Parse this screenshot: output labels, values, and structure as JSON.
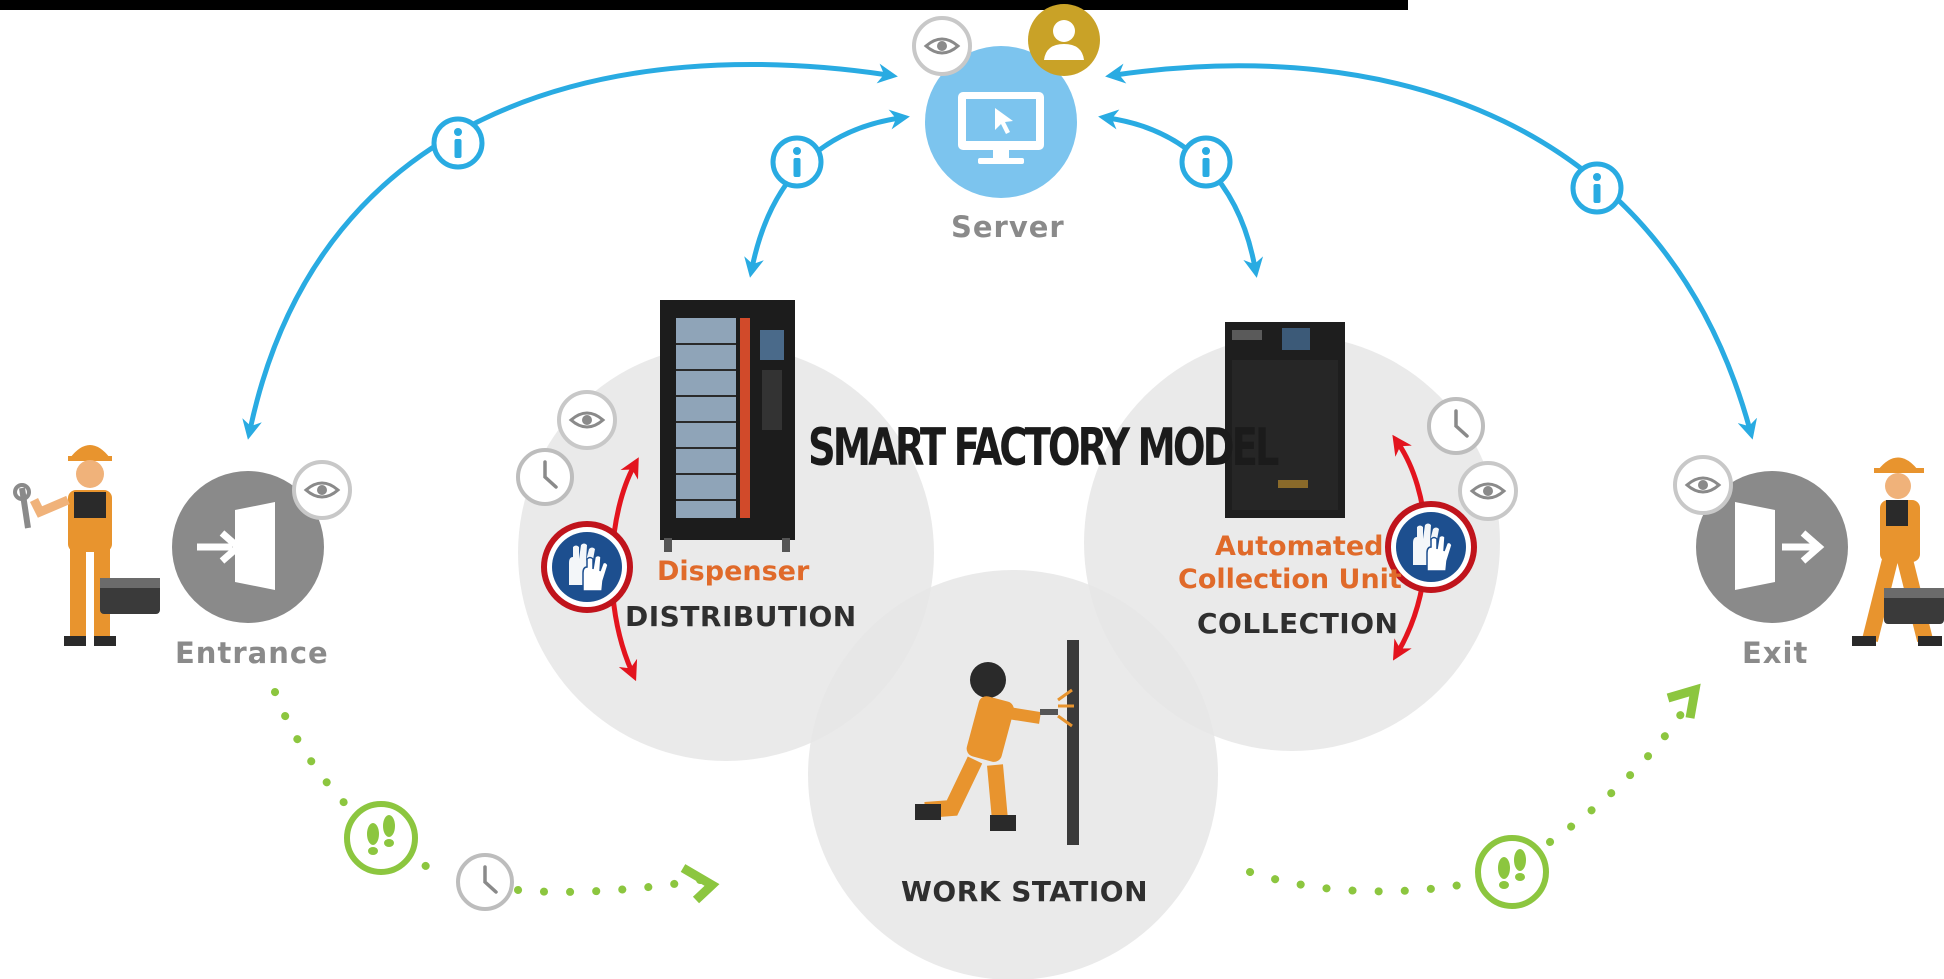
{
  "title": "SMART FACTORY MODEL",
  "nodes": {
    "server": {
      "label": "Server"
    },
    "entrance": {
      "label": "Entrance"
    },
    "exit": {
      "label": "Exit"
    },
    "dispenser": {
      "name": "Dispenser",
      "stage": "DISTRIBUTION"
    },
    "collection_unit": {
      "name_line1": "Automated",
      "name_line2": "Collection Unit",
      "stage": "COLLECTION"
    },
    "work_station": {
      "label": "WORK STATION"
    }
  },
  "colors": {
    "flow_arrow": "#29abe2",
    "walk_path": "#8cc63f",
    "exchange_arrow": "#e3141e",
    "orange_text": "#e06a2a",
    "grey_icon": "#8a8a8a",
    "circle_fill": "#e8e8e8",
    "server_blue": "#7cc4ee",
    "supervisor_gold": "#c9a227",
    "worker_orange": "#e8942e"
  },
  "icons": [
    "info-icon",
    "eye-icon",
    "clock-icon",
    "footsteps-icon",
    "gloves-icon",
    "monitor-icon",
    "supervisor-icon",
    "entrance-door-icon",
    "exit-door-icon"
  ]
}
